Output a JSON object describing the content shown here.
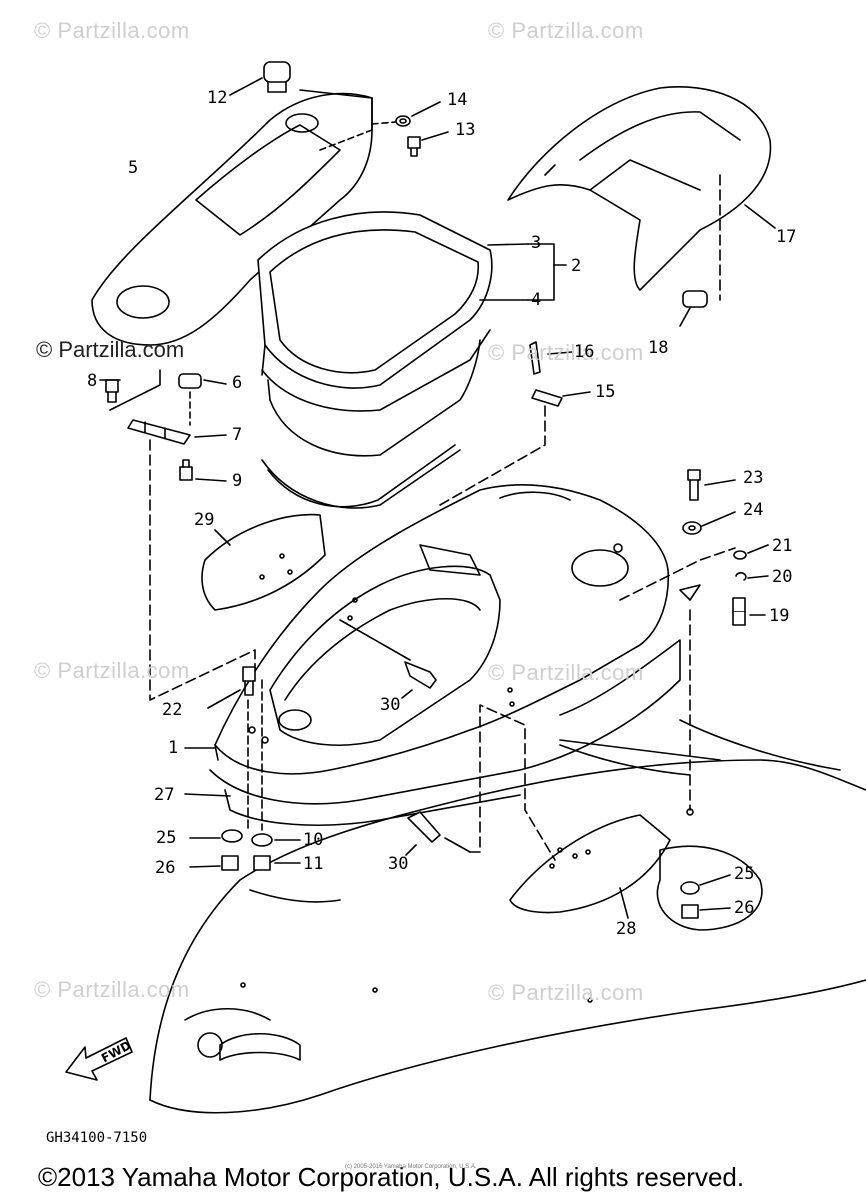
{
  "watermarks": [
    {
      "text": "© Partzilla.com"
    },
    {
      "text": "© Partzilla.com"
    },
    {
      "text": "© Partzilla.com"
    },
    {
      "text": "© Partzilla.com"
    },
    {
      "text": "© Partzilla.com"
    },
    {
      "text": "© Partzilla.com"
    },
    {
      "text": "© Partzilla.com"
    },
    {
      "text": "© Partzilla.com"
    }
  ],
  "callouts": {
    "p1": "1",
    "p2": "2",
    "p3": "3",
    "p4": "4",
    "p5": "5",
    "p6": "6",
    "p7": "7",
    "p8": "8",
    "p9": "9",
    "p10": "10",
    "p11": "11",
    "p12": "12",
    "p13": "13",
    "p14": "14",
    "p15": "15",
    "p16": "16",
    "p17": "17",
    "p18": "18",
    "p19": "19",
    "p20": "20",
    "p21": "21",
    "p22": "22",
    "p23": "23",
    "p24": "24",
    "p25a": "25",
    "p25b": "25",
    "p26a": "26",
    "p26b": "26",
    "p27": "27",
    "p28": "28",
    "p29": "29",
    "p30a": "30",
    "p30b": "30"
  },
  "fwd_label": "FWD",
  "ref_code": "GH34100-7150",
  "tiny_credit": "(c) 2005-2016 Yamaha Motor Corporation, U.S.A.",
  "copyright": "©2013 Yamaha Motor Corporation, U.S.A. All rights reserved."
}
